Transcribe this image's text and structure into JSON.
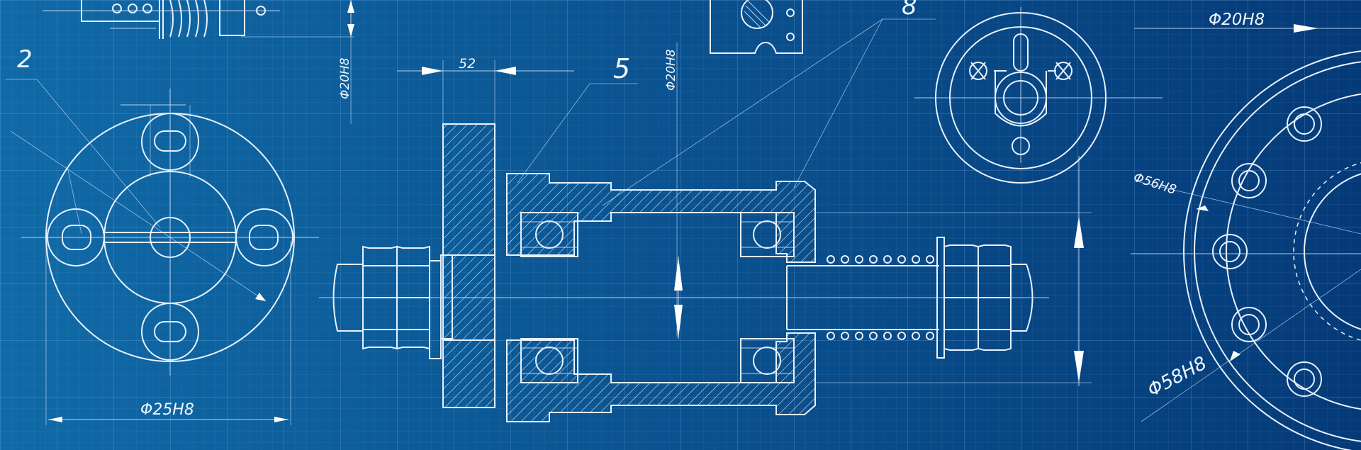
{
  "labels": {
    "part_2": "2",
    "part_5": "5",
    "part_8": "8",
    "dim_52": "52",
    "dia_25h8": "Φ25H8",
    "dia_20h8_top_left": "Φ20H8",
    "dia_20h8_center": "Φ20H8",
    "dia_20h8_right": "Φ20H8",
    "dia_56h8": "Φ56H8",
    "dia_58h8": "Φ58H8"
  },
  "colors": {
    "background_left": "#106aa6",
    "background_right": "#053a78",
    "grid": "#8fc2ff",
    "line": "#e6f1ff"
  }
}
